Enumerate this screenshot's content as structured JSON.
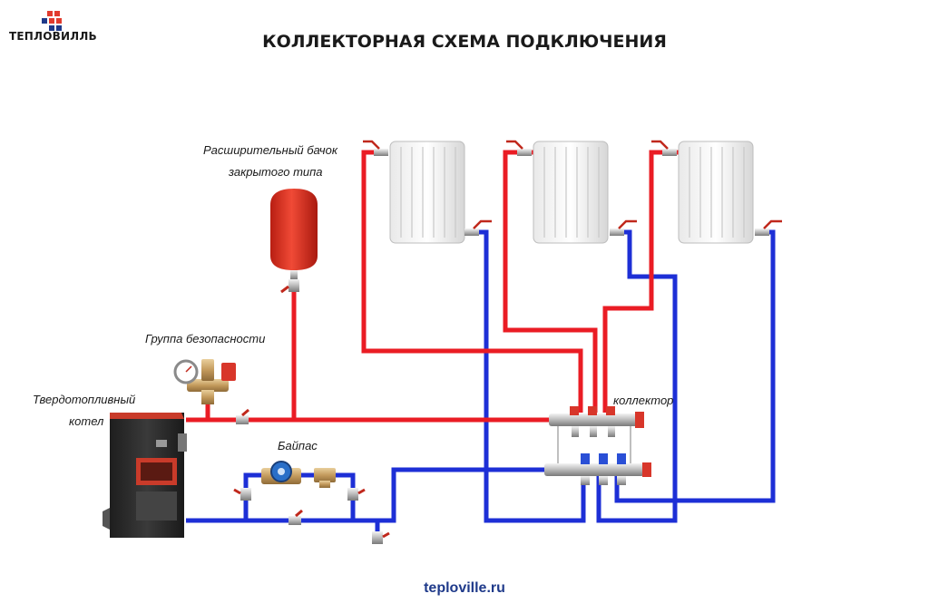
{
  "brand": {
    "name": "ТЕПЛОВИЛЛЬ",
    "logo": "tiles-logo"
  },
  "title": "КОЛЛЕКТОРНАЯ СХЕМА ПОДКЛЮЧЕНИЯ",
  "labels": {
    "expansion_tank_line1": "Расширительный бачок",
    "expansion_tank_line2": "закрытого типа",
    "safety_group": "Группа безопасности",
    "boiler_line1": "Твердотопливный",
    "boiler_line2": "котел",
    "bypass": "Байпас",
    "collector": "коллектор"
  },
  "footer_url": "teploville.ru",
  "colors": {
    "supply_pipe": "#ea1c24",
    "return_pipe": "#1d2fd6",
    "boiler_body": "#2d2d2d",
    "boiler_accent": "#c93b2a",
    "tank": "#e0301e",
    "brass": "#c8a064",
    "url": "#1f3a8a"
  }
}
